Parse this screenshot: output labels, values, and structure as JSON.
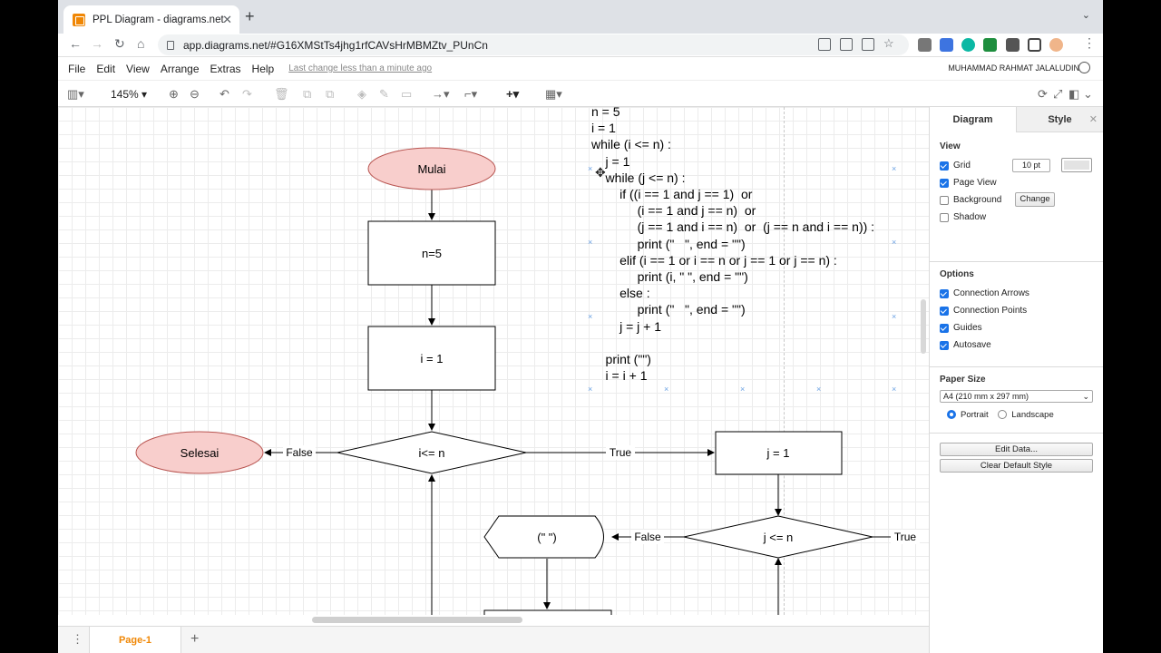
{
  "browser": {
    "tab_title": "PPL Diagram - diagrams.net",
    "url": "app.diagrams.net/#G16XMStTs4jhg1rfCAVsHrMBMZtv_PUnCn"
  },
  "menu": {
    "items": [
      "File",
      "Edit",
      "View",
      "Arrange",
      "Extras",
      "Help"
    ],
    "last_change": "Last change less than a minute ago",
    "user": "MUHAMMAD RAHMAT JALALUDIN"
  },
  "toolbar": {
    "zoom": "145%"
  },
  "diagram": {
    "start": "Mulai",
    "n_init": "n=5",
    "i_init": "i = 1",
    "cond_i": "i<= n",
    "end": "Selesai",
    "label_false_1": "False",
    "label_true_1": "True",
    "j_init": "j = 1",
    "cond_j": "j <= n",
    "label_false_2": "False",
    "label_true_2": "True",
    "print_empty": "(\" \")"
  },
  "code_lines": [
    "n = 5",
    "i = 1",
    "while (i <= n) :",
    "    j = 1",
    "    while (j <= n) :",
    "        if ((i == 1 and j == 1)  or",
    "             (i == 1 and j == n)  or",
    "             (j == 1 and i == n)  or  (j == n and i == n)) :",
    "             print (\"   \", end = \"\")",
    "        elif (i == 1 or i == n or j == 1 or j == n) :",
    "             print (i, \" \", end = \"\")",
    "        else :",
    "             print (\"   \", end = \"\")",
    "        j = j + 1",
    "",
    "    print (\"\")",
    "    i = i + 1"
  ],
  "panel": {
    "tab_diagram": "Diagram",
    "tab_style": "Style",
    "view_title": "View",
    "grid": "Grid",
    "grid_size": "10 pt",
    "page_view": "Page View",
    "background": "Background",
    "change": "Change",
    "shadow": "Shadow",
    "options_title": "Options",
    "connection_arrows": "Connection Arrows",
    "connection_points": "Connection Points",
    "guides": "Guides",
    "autosave": "Autosave",
    "paper_size_title": "Paper Size",
    "paper_size": "A4 (210 mm x 297 mm)",
    "portrait": "Portrait",
    "landscape": "Landscape",
    "edit_data": "Edit Data...",
    "clear_style": "Clear Default Style"
  },
  "page_tab": "Page-1"
}
